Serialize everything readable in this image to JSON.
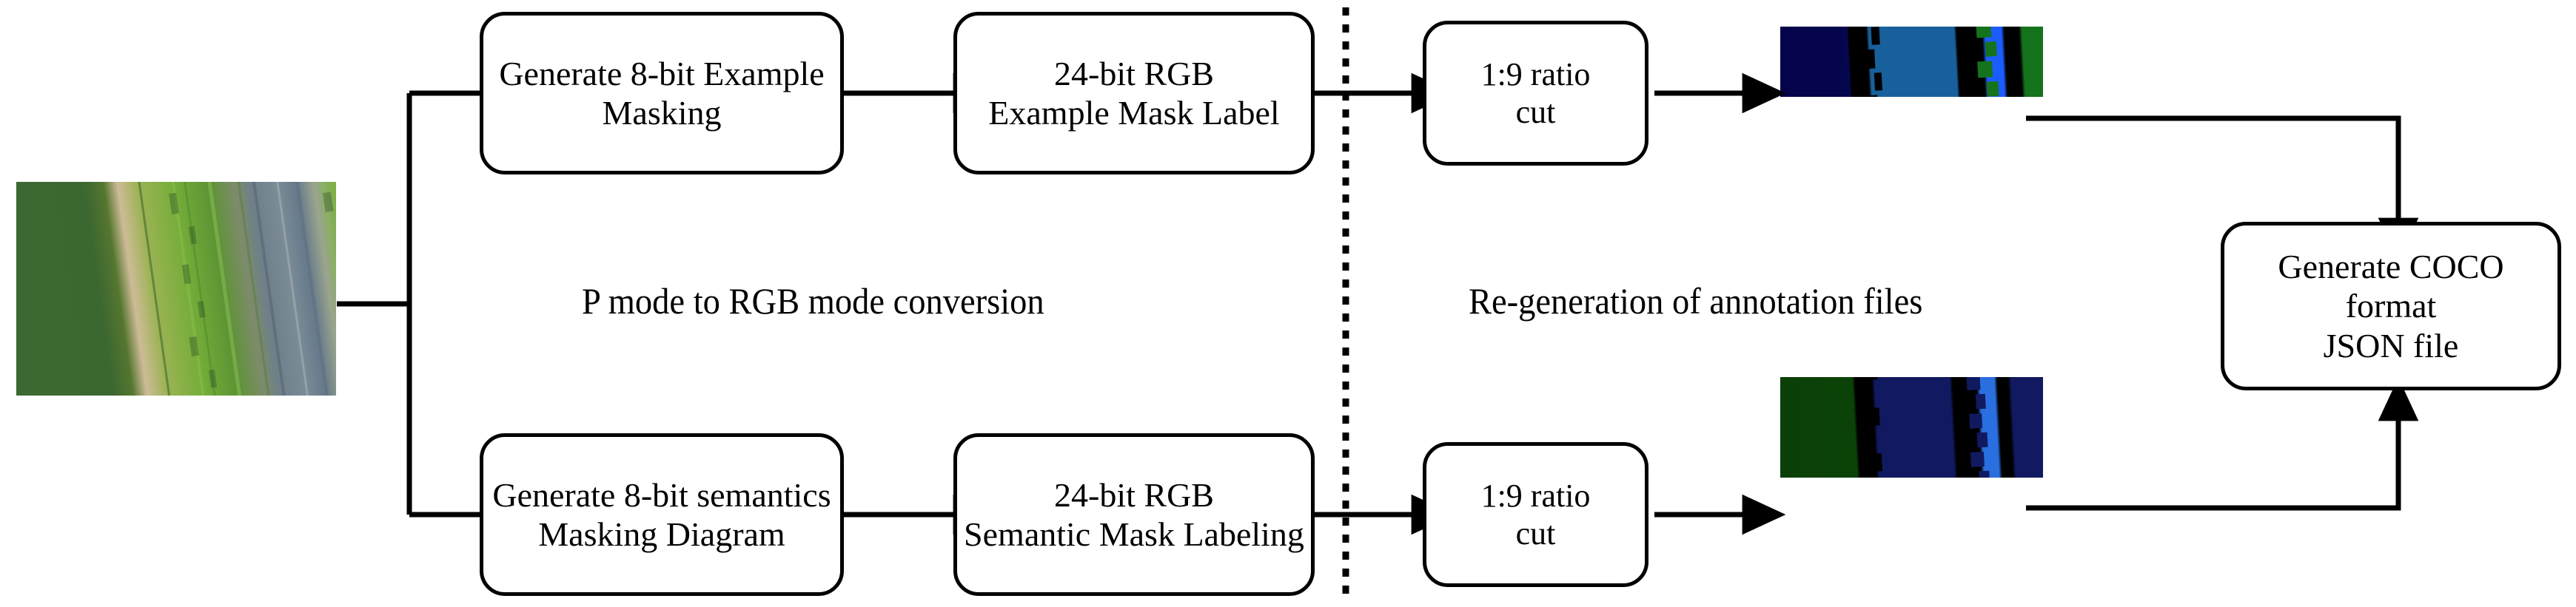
{
  "diagram": {
    "title": "P mode to RGB mode conversion and re-generation of annotation files pipeline",
    "phase_labels": [
      {
        "id": "phase-left",
        "text": "P mode to RGB mode conversion"
      },
      {
        "id": "phase-right",
        "text": "Re-generation of annotation files"
      }
    ],
    "nodes": [
      {
        "id": "generate-8bit-example-masking",
        "text": "Generate 8-bit Example\nMasking",
        "font_size": 46
      },
      {
        "id": "rgb-example-mask-label",
        "text": "24-bit RGB\nExample Mask Label",
        "font_size": 46
      },
      {
        "id": "ratio-cut-top",
        "text": "1:9 ratio\ncut",
        "font_size": 44
      },
      {
        "id": "generate-8bit-semantics-masking",
        "text": "Generate 8-bit semantics\nMasking Diagram",
        "font_size": 46
      },
      {
        "id": "rgb-semantic-mask-labeling",
        "text": "24-bit RGB\nSemantic Mask Labeling",
        "font_size": 46
      },
      {
        "id": "ratio-cut-bottom",
        "text": "1:9 ratio\ncut",
        "font_size": 44
      },
      {
        "id": "generate-coco-json",
        "text": "Generate COCO format\nJSON file",
        "font_size": 46
      }
    ],
    "images": [
      {
        "id": "source-aerial-photo",
        "alt": "Aerial photograph of a road with green field, vegetation rows and sandy soil"
      },
      {
        "id": "instance-mask-thumbnail",
        "alt": "24-bit RGB instance mask: navy, steel blue, black, bright blue and green bands"
      },
      {
        "id": "semantic-mask-thumbnail",
        "alt": "24-bit RGB semantic mask: dark green, navy, black and bright blue bands"
      }
    ],
    "divider": {
      "id": "phase-divider",
      "style": "dashed-vertical"
    },
    "colors": {
      "stroke": "#000000",
      "background": "#ffffff",
      "instance_mask": [
        "#05054a",
        "#0b0b0b",
        "#165d99",
        "#1358ff",
        "#14701a",
        "#0d4a47"
      ],
      "semantic_mask": [
        "#0b4108",
        "#050520",
        "#111b62",
        "#2a6fe0",
        "#0d5c0d"
      ],
      "photo": [
        "#3f6a33",
        "#d9c7a6",
        "#6fa83c",
        "#6d7d88",
        "#cfc0a2"
      ]
    }
  }
}
